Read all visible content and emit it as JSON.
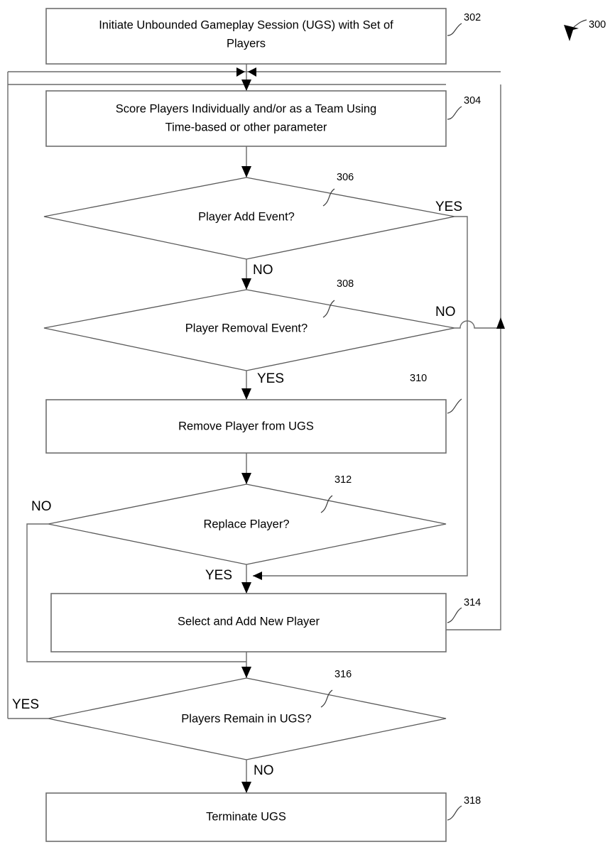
{
  "figure": {
    "reference_numeral": "300",
    "pointer_icon": "figure-pointer-arrow-icon"
  },
  "nodes": [
    {
      "id": "302",
      "shape": "process",
      "ref": "302",
      "lines": [
        "Initiate Unbounded Gameplay Session (UGS) with Set of",
        "Players"
      ]
    },
    {
      "id": "304",
      "shape": "process",
      "ref": "304",
      "lines": [
        "Score Players Individually and/or as a Team Using",
        "Time-based or other parameter"
      ]
    },
    {
      "id": "306",
      "shape": "decision",
      "ref": "306",
      "lines": [
        "Player Add Event?"
      ]
    },
    {
      "id": "308",
      "shape": "decision",
      "ref": "308",
      "lines": [
        "Player Removal Event?"
      ]
    },
    {
      "id": "310",
      "shape": "process",
      "ref": "310",
      "lines": [
        "Remove Player from UGS"
      ]
    },
    {
      "id": "312",
      "shape": "decision",
      "ref": "312",
      "lines": [
        "Replace Player?"
      ]
    },
    {
      "id": "314",
      "shape": "process",
      "ref": "314",
      "lines": [
        "Select and Add New Player"
      ]
    },
    {
      "id": "316",
      "shape": "decision",
      "ref": "316",
      "lines": [
        "Players Remain in UGS?"
      ]
    },
    {
      "id": "318",
      "shape": "process",
      "ref": "318",
      "lines": [
        "Terminate UGS"
      ]
    }
  ],
  "branch_labels": {
    "add_event_yes": "YES",
    "add_event_no": "NO",
    "removal_event_no": "NO",
    "removal_event_yes": "YES",
    "replace_player_no": "NO",
    "replace_player_yes": "YES",
    "players_remain_yes": "YES",
    "players_remain_no": "NO"
  },
  "colors": {
    "background": "#ffffff",
    "box_stroke": "#6e6e6e",
    "diamond_stroke": "#5a5a5a",
    "line_stroke": "#6a6a6a",
    "text": "#000000",
    "arrow_fill": "#000000"
  }
}
